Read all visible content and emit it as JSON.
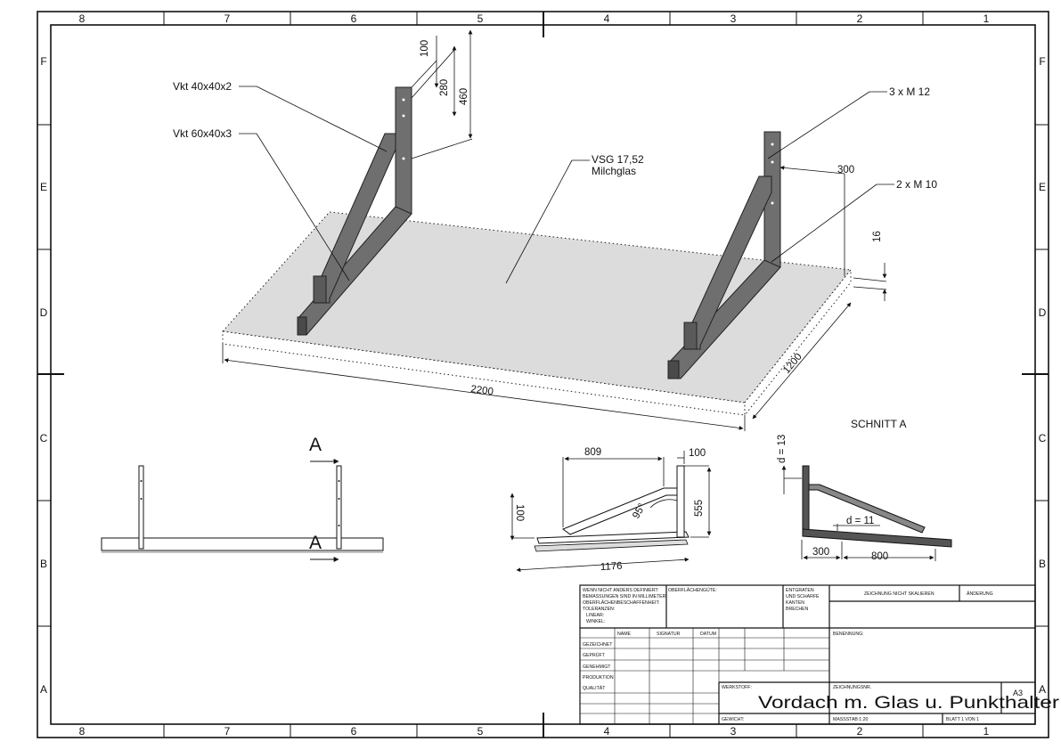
{
  "zones": {
    "cols": [
      "8",
      "7",
      "6",
      "5",
      "4",
      "3",
      "2",
      "1"
    ],
    "rows": [
      "F",
      "E",
      "D",
      "C",
      "B",
      "A"
    ]
  },
  "callouts": {
    "vkt_40": "Vkt 40x40x2",
    "vkt_60": "Vkt 60x40x3",
    "glass_1": "VSG 17,52",
    "glass_2": "Milchglas",
    "m12": "3 x M 12",
    "m10": "2 x M 10"
  },
  "dims": {
    "d100": "100",
    "d280": "280",
    "d460": "460",
    "d300_iso": "300",
    "d16": "16",
    "d2200": "2200",
    "d1200": "1200",
    "side_809": "809",
    "side_100": "100",
    "side_100b": "100",
    "side_555": "555",
    "side_1176": "1176",
    "side_angle": "95°",
    "sec_d13": "d = 13",
    "sec_d11": "d = 11",
    "sec_300": "300",
    "sec_800": "800"
  },
  "section": {
    "marker": "A",
    "title": "SCHNITT A"
  },
  "title_block": {
    "tolerance_note": [
      "WENN NICHT ANDERS DEFINIERT:",
      "BEMASSUNGEN SIND IN MILLIMETER",
      "OBERFLÄCHENBESCHAFFENHEIT:",
      "TOLERANZEN:",
      "LINEAR:",
      "WINKEL:"
    ],
    "surface": "OBERFLÄCHENGÜTE:",
    "deburr": [
      "ENTGRATEN",
      "UND SCHARFE",
      "KANTEN",
      "BRECHEN"
    ],
    "no_scale": "ZEICHNUNG NICHT SKALIEREN",
    "change": "ÄNDERUNG",
    "col_name": "NAME",
    "col_sig": "SIGNATUR",
    "col_date": "DATUM",
    "designation_label": "BENENNUNG:",
    "rows": [
      "GEZEICHNET",
      "GEPRÜFT",
      "GENEHMIGT",
      "PRODUKTION",
      "QUALITÄT"
    ],
    "material_label": "WERKSTOFF:",
    "weight_label": "GEWICHT:",
    "drawing_no_label": "ZEICHNUNGSNR.",
    "title": "Vordach m. Glas u. Punkthalter",
    "size": "A3",
    "scale": "MASSSTAB:1:20",
    "sheet": "BLATT 1 VON 1"
  }
}
